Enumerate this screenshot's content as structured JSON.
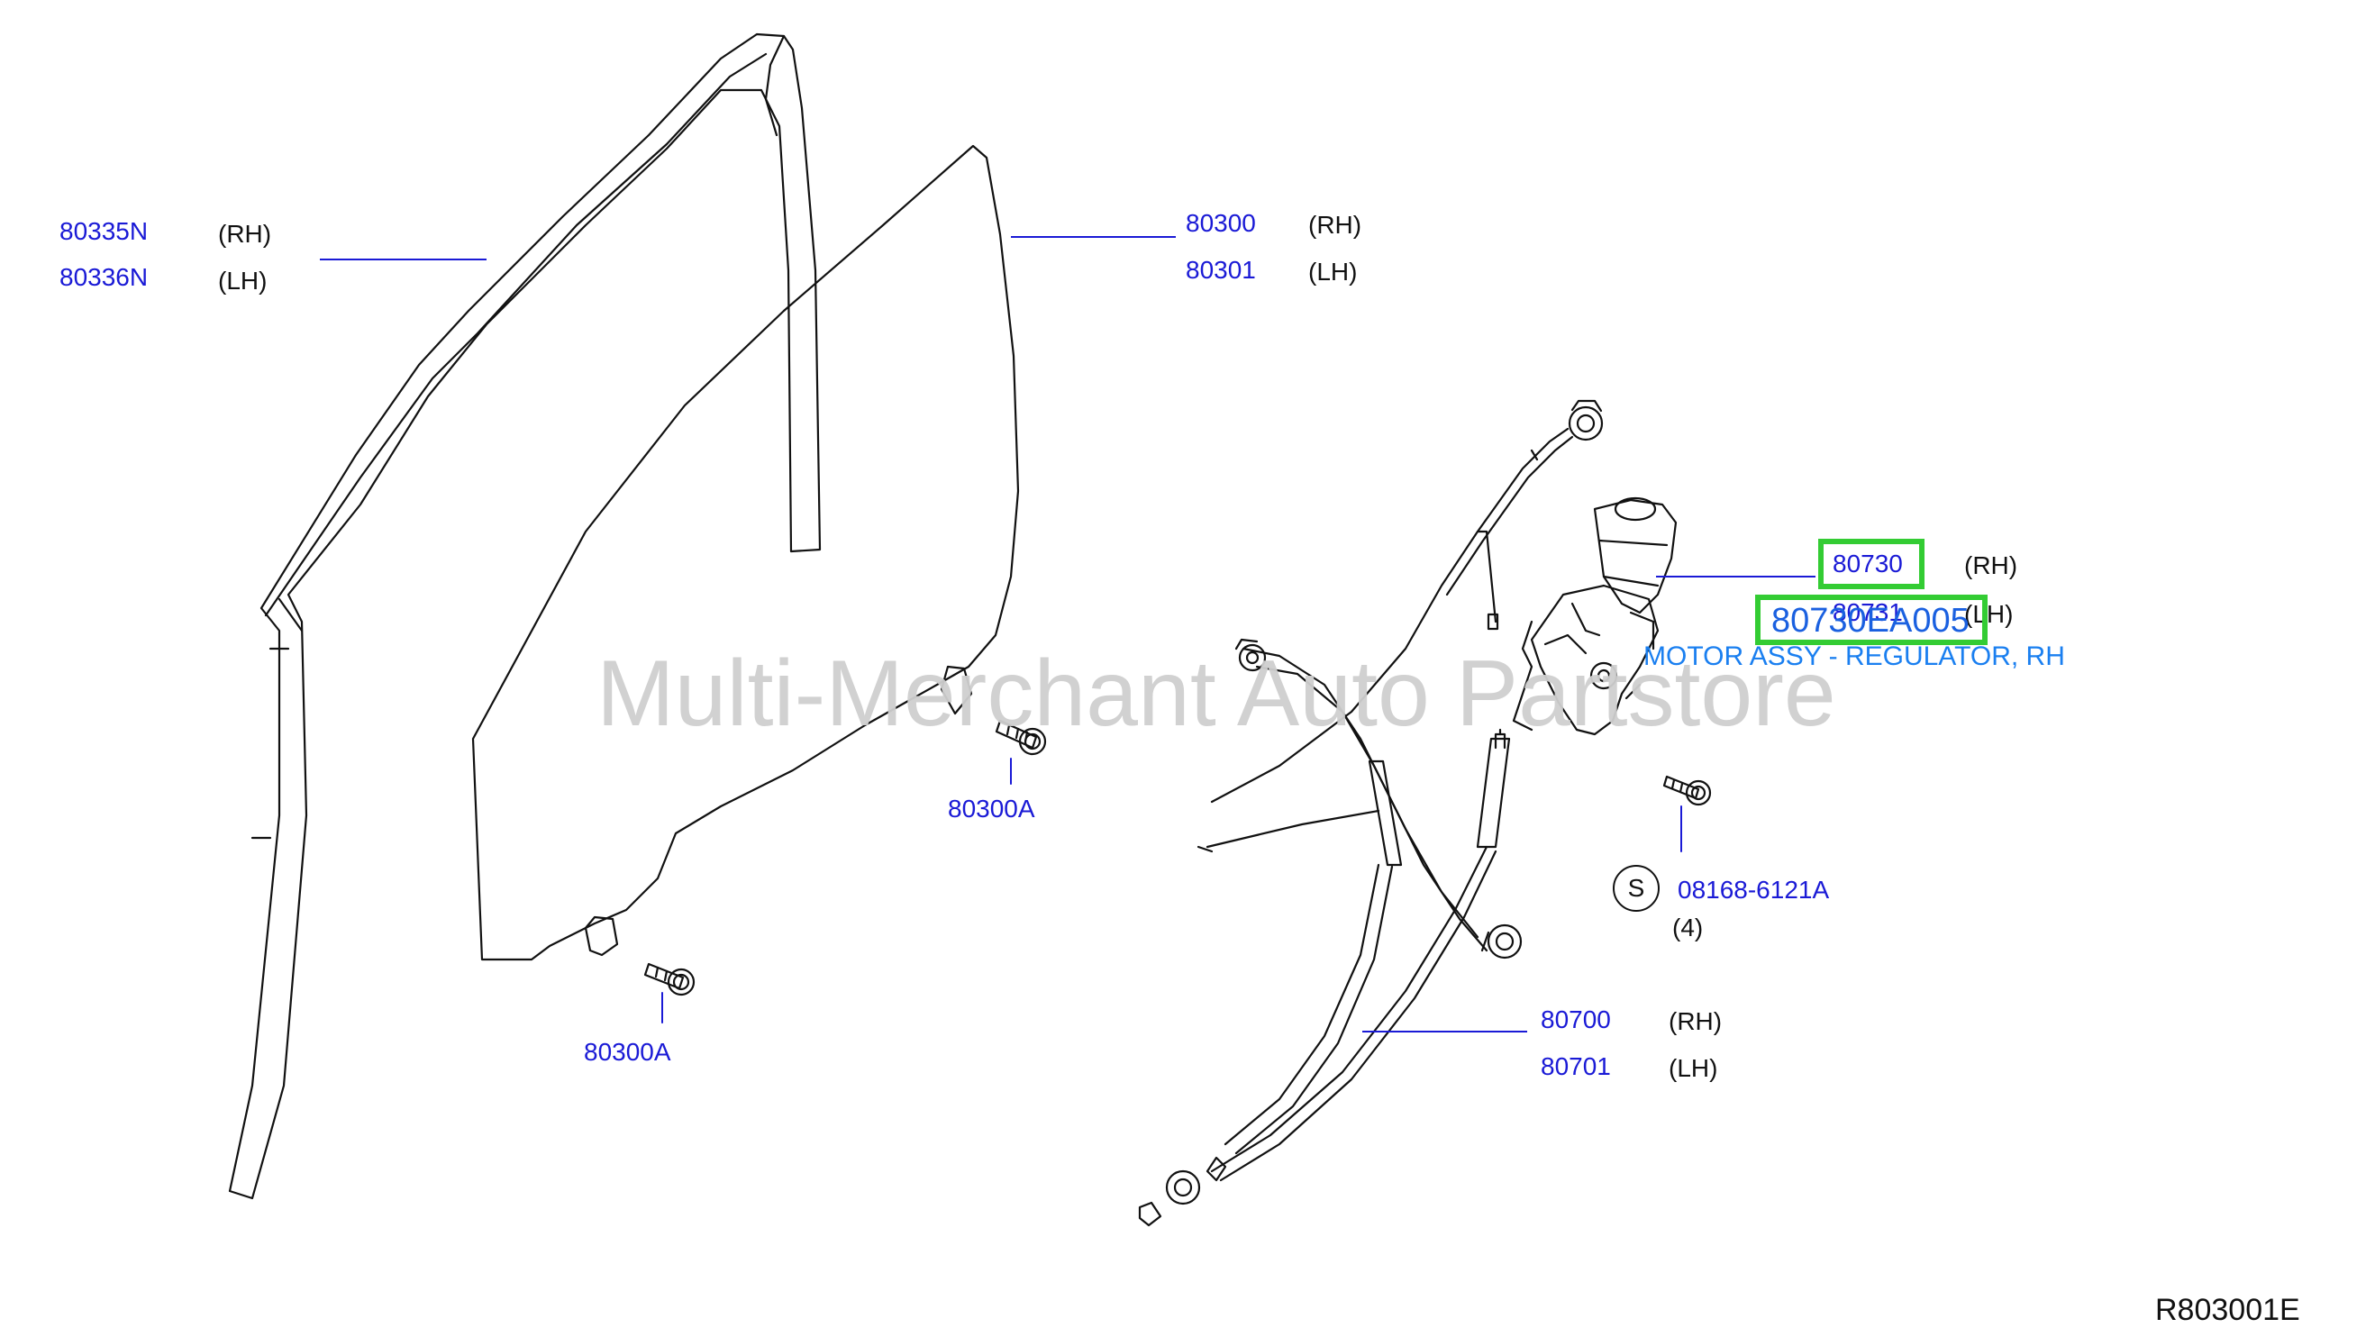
{
  "diagram": {
    "watermark": "Multi-Merchant Auto Partstore",
    "drawing_code": "R803001E",
    "colors": {
      "part_number": "#1a1ad6",
      "highlight": "#33cc33",
      "selected_text": "#1a60e0",
      "description": "#1a7ff0",
      "line": "#111111"
    },
    "labels": {
      "sash_rh": {
        "number": "80335N",
        "side": "(RH)"
      },
      "sash_lh": {
        "number": "80336N",
        "side": "(LH)"
      },
      "glass_rh": {
        "number": "80300",
        "side": "(RH)"
      },
      "glass_lh": {
        "number": "80301",
        "side": "(LH)"
      },
      "bolt_upper": {
        "number": "80300A"
      },
      "bolt_lower": {
        "number": "80300A"
      },
      "motor_rh": {
        "number": "80730",
        "side": "(RH)"
      },
      "motor_lh": {
        "number": "80731",
        "side": "(LH)"
      },
      "screw": {
        "symbol": "S",
        "number": "08168-6121A",
        "qty": "(4)"
      },
      "regulator_rh": {
        "number": "80700",
        "side": "(RH)"
      },
      "regulator_lh": {
        "number": "80701",
        "side": "(LH)"
      }
    },
    "selected": {
      "part_number": "80730EA005",
      "description": "MOTOR ASSY - REGULATOR, RH"
    }
  }
}
